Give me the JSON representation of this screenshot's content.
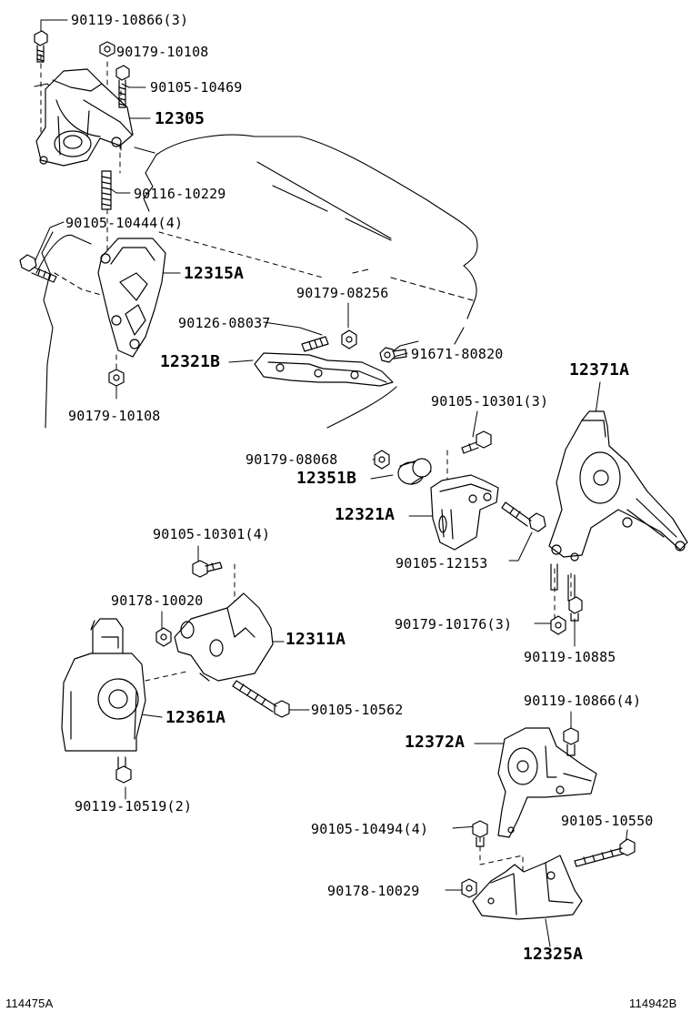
{
  "diagram": {
    "parts": {
      "p_90119_10866_3": "90119-10866(3)",
      "p_90179_10108_a": "90179-10108",
      "p_90105_10469": "90105-10469",
      "p_12305": "12305",
      "p_90116_10229": "90116-10229",
      "p_90105_10444_4": "90105-10444(4)",
      "p_12315A": "12315A",
      "p_90179_10108_b": "90179-10108",
      "p_90179_08256": "90179-08256",
      "p_90126_08037": "90126-08037",
      "p_12321B": "12321B",
      "p_91671_80820": "91671-80820",
      "p_12371A": "12371A",
      "p_90105_10301_3": "90105-10301(3)",
      "p_90179_08068": "90179-08068",
      "p_12351B": "12351B",
      "p_12321A": "12321A",
      "p_90105_12153": "90105-12153",
      "p_90179_10176_3": "90179-10176(3)",
      "p_90119_10885": "90119-10885",
      "p_90105_10301_4": "90105-10301(4)",
      "p_90178_10020": "90178-10020",
      "p_12311A": "12311A",
      "p_12361A": "12361A",
      "p_90105_10562": "90105-10562",
      "p_90119_10519_2": "90119-10519(2)",
      "p_90119_10866_4": "90119-10866(4)",
      "p_12372A": "12372A",
      "p_90105_10494_4": "90105-10494(4)",
      "p_90105_10550": "90105-10550",
      "p_90178_10029": "90178-10029",
      "p_12325A": "12325A"
    },
    "codes": {
      "bottom_left": "114475A",
      "bottom_right": "114942B"
    }
  }
}
